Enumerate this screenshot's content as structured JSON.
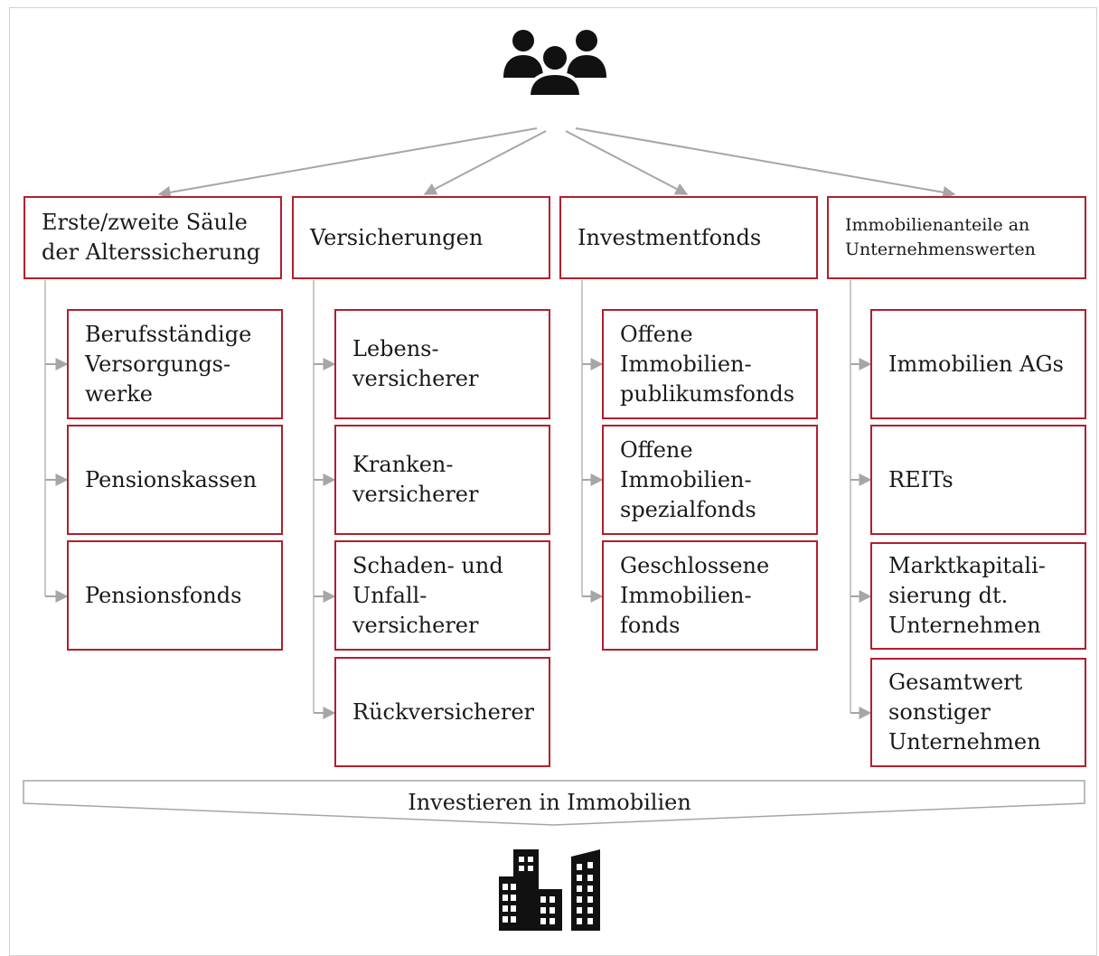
{
  "colors": {
    "box_border": "#b11f2e",
    "line": "#a6a6a6",
    "icon": "#111111"
  },
  "icons": {
    "top": "people-group-icon",
    "bottom": "office-buildings-icon"
  },
  "columns": [
    {
      "header": "Erste/zweite Säule\nder Alterssicherung",
      "items": [
        "Berufsständige\nVersorgungs-\nwerke",
        "Pensionskassen",
        "Pensionsfonds"
      ]
    },
    {
      "header": "Versicherungen",
      "items": [
        "Lebens-\nversicherer",
        "Kranken-\nversicherer",
        "Schaden- und\nUnfall-\nversicherer",
        "Rückversicherer"
      ]
    },
    {
      "header": "Investmentfonds",
      "items": [
        "Offene\nImmobilien-\npublikumsfonds",
        "Offene\nImmobilien-\nspezialfonds",
        "Geschlossene\nImmobilien-\nfonds"
      ]
    },
    {
      "header": "Immobilienanteile an\nUnternehmenswerten",
      "items": [
        "Immobilien AGs",
        "REITs",
        "Marktkapitali-\nsierung dt.\nUnternehmen",
        "Gesamtwert\nsonstiger\nUnternehmen"
      ]
    }
  ],
  "band": {
    "label": "Investieren in Immobilien"
  }
}
